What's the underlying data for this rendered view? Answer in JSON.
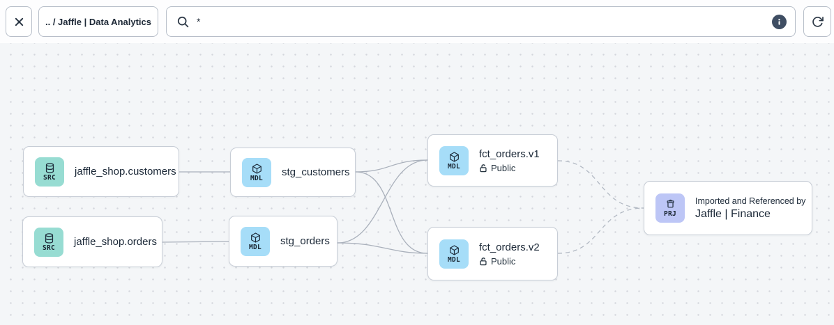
{
  "toolbar": {
    "breadcrumb": ".. / Jaffle | Data Analytics",
    "search_value": "*",
    "icons": {
      "close-icon": "x-cross",
      "search-icon": "magnifier",
      "info-icon": "filled-circle-i",
      "refresh-icon": "clockwise-arrow"
    }
  },
  "nodes": [
    {
      "id": "jaffle_shop.customers",
      "type": "source",
      "badge": "SRC",
      "icon": "database-icon",
      "label": "jaffle_shop.customers"
    },
    {
      "id": "jaffle_shop.orders",
      "type": "source",
      "badge": "SRC",
      "icon": "database-icon",
      "label": "jaffle_shop.orders"
    },
    {
      "id": "stg_customers",
      "type": "model",
      "badge": "MDL",
      "icon": "cube-icon",
      "label": "stg_customers"
    },
    {
      "id": "stg_orders",
      "type": "model",
      "badge": "MDL",
      "icon": "cube-icon",
      "label": "stg_orders"
    },
    {
      "id": "fct_orders.v1",
      "type": "model",
      "badge": "MDL",
      "icon": "cube-icon",
      "label": "fct_orders.v1",
      "access": "Public",
      "access_icon": "lock-open-icon"
    },
    {
      "id": "fct_orders.v2",
      "type": "model",
      "badge": "MDL",
      "icon": "cube-icon",
      "label": "fct_orders.v2",
      "access": "Public",
      "access_icon": "lock-open-icon"
    },
    {
      "id": "jaffle_finance",
      "type": "project",
      "badge": "PRJ",
      "icon": "archive-box-icon",
      "kicker": "Imported and Referenced by",
      "label": "Jaffle | Finance"
    }
  ],
  "edges": [
    {
      "from": "jaffle_shop.customers",
      "to": "stg_customers",
      "style": "solid"
    },
    {
      "from": "jaffle_shop.orders",
      "to": "stg_orders",
      "style": "solid"
    },
    {
      "from": "stg_customers",
      "to": "fct_orders.v1",
      "style": "solid"
    },
    {
      "from": "stg_customers",
      "to": "fct_orders.v2",
      "style": "solid"
    },
    {
      "from": "stg_orders",
      "to": "fct_orders.v1",
      "style": "solid"
    },
    {
      "from": "stg_orders",
      "to": "fct_orders.v2",
      "style": "solid"
    },
    {
      "from": "fct_orders.v1",
      "to": "jaffle_finance",
      "style": "dashed"
    },
    {
      "from": "fct_orders.v2",
      "to": "jaffle_finance",
      "style": "dashed"
    }
  ],
  "colors": {
    "canvas_bg": "#f4f6f8",
    "canvas_dot": "#d4d7dd",
    "node_border": "#c7cdd6",
    "edge_solid": "#a9b0bb",
    "edge_dashed": "#b2b9c3",
    "source_badge_bg": "#97dcd2",
    "model_badge_bg": "#a6ddf8",
    "project_badge_bg": "#bdc6f6",
    "text": "#1b2837",
    "info_icon_bg": "#3f4e63"
  }
}
